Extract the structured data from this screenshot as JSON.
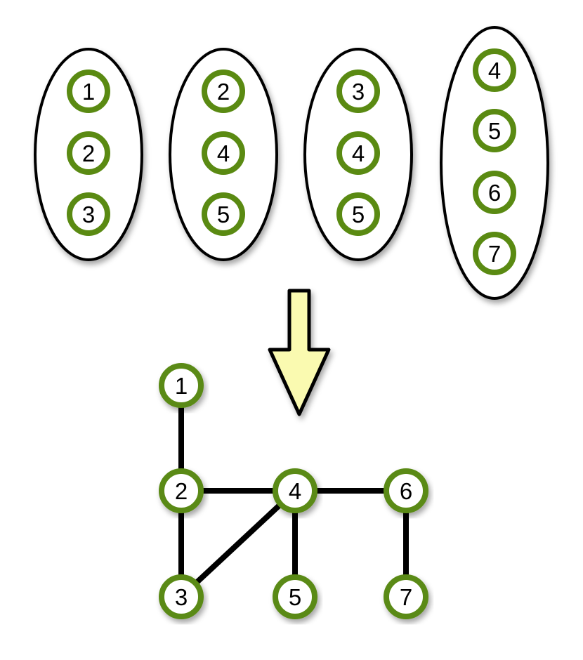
{
  "colors": {
    "node_ring": "#5a8a12",
    "node_fill": "#ffffff",
    "ellipse_stroke": "#000000",
    "ellipse_fill": "#ffffff",
    "edge": "#000000",
    "arrow_fill": "#fafab0",
    "text": "#000000"
  },
  "groups": [
    {
      "nodes": [
        "1",
        "2",
        "3"
      ]
    },
    {
      "nodes": [
        "2",
        "4",
        "5"
      ]
    },
    {
      "nodes": [
        "3",
        "4",
        "5"
      ]
    },
    {
      "nodes": [
        "4",
        "5",
        "6",
        "7"
      ]
    }
  ],
  "arrow": {
    "direction": "down",
    "icon": "down-arrow-icon"
  },
  "graph": {
    "nodes": [
      "1",
      "2",
      "3",
      "4",
      "5",
      "6",
      "7"
    ],
    "edges": [
      [
        "1",
        "2"
      ],
      [
        "2",
        "4"
      ],
      [
        "2",
        "3"
      ],
      [
        "3",
        "4"
      ],
      [
        "4",
        "5"
      ],
      [
        "4",
        "6"
      ],
      [
        "6",
        "7"
      ]
    ]
  }
}
